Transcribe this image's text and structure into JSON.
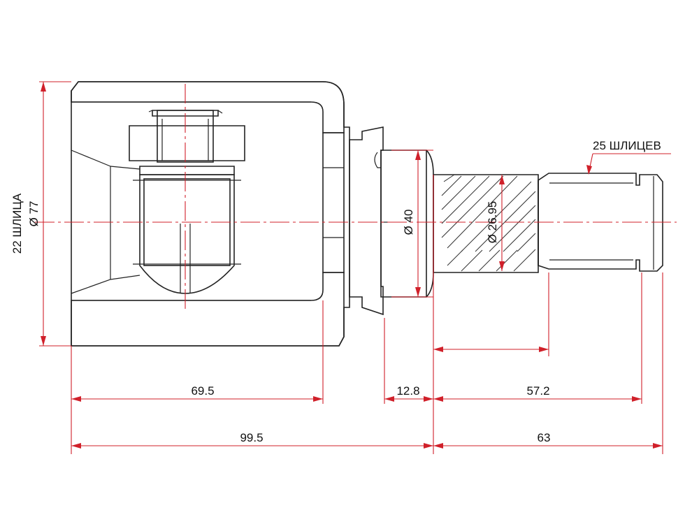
{
  "dimensions": {
    "housing_length": "69.5",
    "flange_width": "12.8",
    "shaft_spline_length": "57.2",
    "overall_left": "99.5",
    "overall_right": "63",
    "outer_diameter": "Ø 77",
    "inner_splines": "22 ШЛИЦА",
    "shaft_diameter": "Ø 40",
    "spline_diameter": "Ø 26.95",
    "outer_splines": "25 ШЛИЦЕВ"
  },
  "colors": {
    "dimension_lines": "#d0202a",
    "part_outline": "#222222",
    "background": "#ffffff"
  }
}
